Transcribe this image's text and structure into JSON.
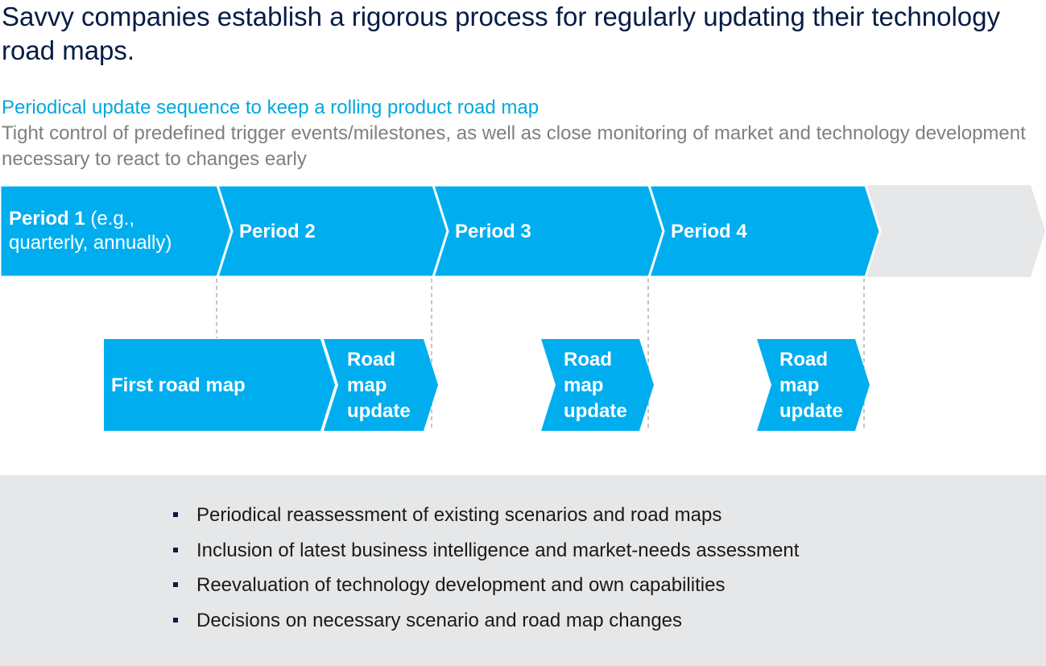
{
  "title": "Savvy companies establish a rigorous process for regularly updating their technology road maps.",
  "subtitle": "Periodical update sequence to keep a rolling product road map",
  "description": "Tight control of predefined trigger events/milestones, as well as close monitoring of market and technology development necessary to react to changes early",
  "periods": [
    {
      "label_bold": "Period 1",
      "label_rest": " (e.g., quarterly, annually)"
    },
    {
      "label_bold": "Period 2",
      "label_rest": ""
    },
    {
      "label_bold": "Period 3",
      "label_rest": ""
    },
    {
      "label_bold": "Period 4",
      "label_rest": ""
    }
  ],
  "roadmap": {
    "first": "First road map",
    "update_lines": [
      "Road",
      "map",
      "update"
    ]
  },
  "bullets": [
    "Periodical reassessment of existing scenarios and road maps",
    "Inclusion of latest business intelligence and market-needs assessment",
    "Reevaluation of technology development and own capabilities",
    "Decisions on necessary scenario and road map changes"
  ],
  "colors": {
    "title": "#051c45",
    "accent": "#00a8e1",
    "chevron": "#00aeef",
    "future": "#e6e7e8",
    "text_gray": "#7f7f7f"
  }
}
